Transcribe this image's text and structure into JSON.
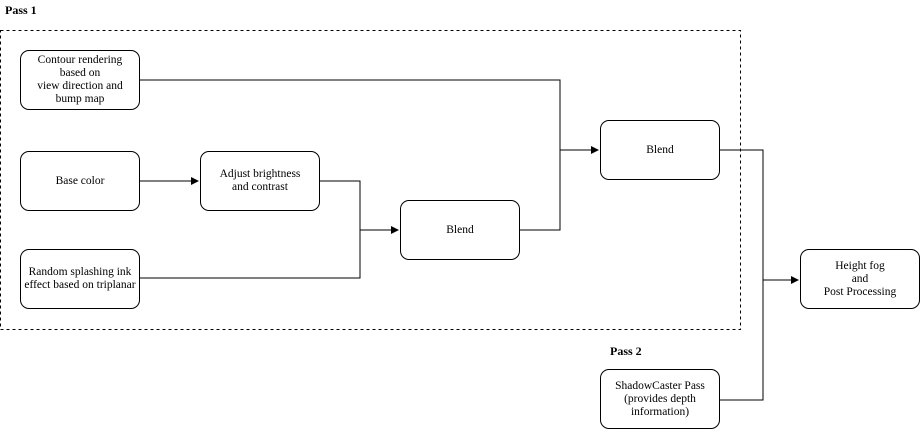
{
  "labels": {
    "pass1": "Pass 1",
    "pass2": "Pass 2"
  },
  "nodes": {
    "contour": [
      "Contour rendering",
      "based on",
      "view direction and",
      "bump map"
    ],
    "base_color": [
      "Base color"
    ],
    "adjust": [
      "Adjust brightness",
      "and contrast"
    ],
    "random_ink": [
      "Random splashing ink",
      "effect based on triplanar"
    ],
    "blend1": [
      "Blend"
    ],
    "blend2": [
      "Blend"
    ],
    "height_fog": [
      "Height fog",
      "and",
      "Post Processing"
    ],
    "shadow": [
      "ShadowCaster Pass",
      "(provides depth",
      "information)"
    ]
  }
}
